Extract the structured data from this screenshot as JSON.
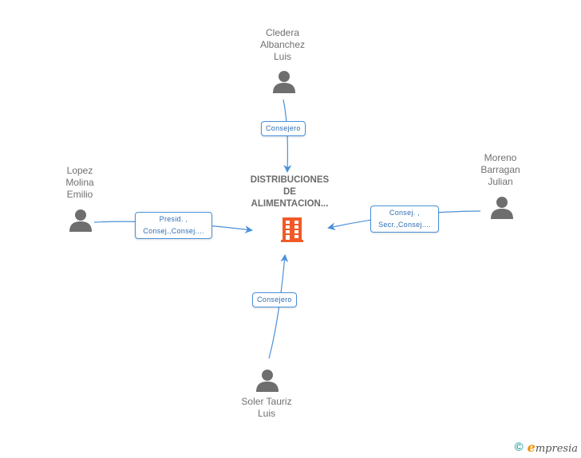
{
  "company": {
    "name": "DISTRIBUCIONES\nDE\nALIMENTACION...",
    "icon": "building-icon",
    "color": "#f05a28"
  },
  "persons": [
    {
      "id": "top",
      "name": "Cledera\nAlbanchez\nLuis",
      "icon": "person-icon"
    },
    {
      "id": "left",
      "name": "Lopez\nMolina\nEmilio",
      "icon": "person-icon"
    },
    {
      "id": "right",
      "name": "Moreno\nBarragan\nJulian",
      "icon": "person-icon"
    },
    {
      "id": "bottom",
      "name": "Soler Tauriz\nLuis",
      "icon": "person-icon"
    }
  ],
  "relations": [
    {
      "from": "top",
      "label": "Consejero"
    },
    {
      "from": "left",
      "label": "Presid. ,\nConsej.,Consej...."
    },
    {
      "from": "right",
      "label": "Consej. ,\nSecr.,Consej...."
    },
    {
      "from": "bottom",
      "label": "Consejero"
    }
  ],
  "colors": {
    "edge": "#4a90d9",
    "person": "#6e6e6e",
    "label_text": "#2f6db5"
  },
  "footer": {
    "copyright": "©",
    "brand_initial": "e",
    "brand_rest": "mpresia"
  }
}
